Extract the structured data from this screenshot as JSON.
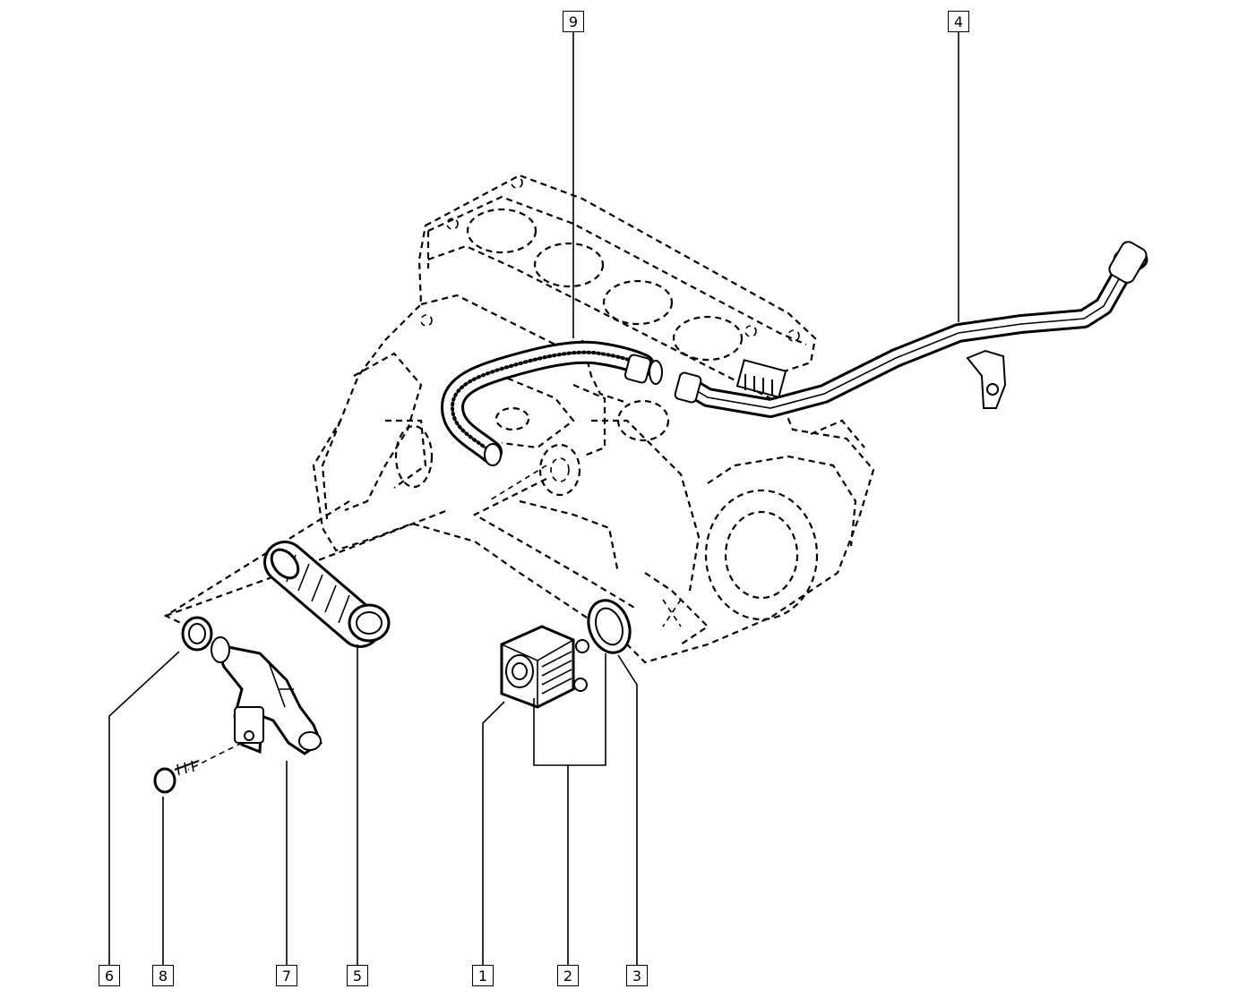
{
  "diagram": {
    "callouts": [
      {
        "id": "callout-9",
        "label": "9"
      },
      {
        "id": "callout-4",
        "label": "4"
      },
      {
        "id": "callout-6",
        "label": "6"
      },
      {
        "id": "callout-8",
        "label": "8"
      },
      {
        "id": "callout-7",
        "label": "7"
      },
      {
        "id": "callout-5",
        "label": "5"
      },
      {
        "id": "callout-1",
        "label": "1"
      },
      {
        "id": "callout-2",
        "label": "2"
      },
      {
        "id": "callout-3",
        "label": "3"
      }
    ]
  }
}
